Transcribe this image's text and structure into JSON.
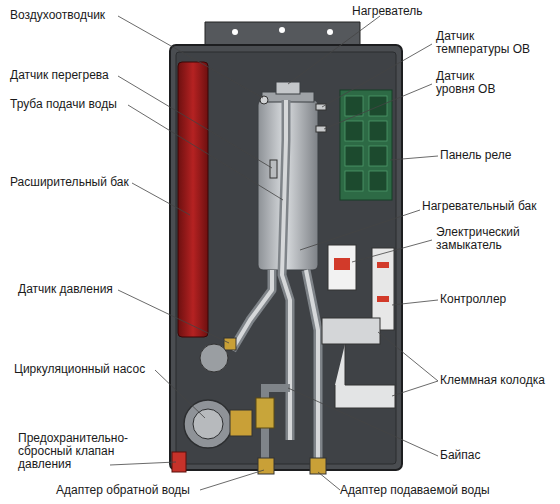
{
  "diagram": {
    "labels": [
      "Воздухоотводчик",
      "Датчик перегрева",
      "Труба подачи воды",
      "Расширительный бак",
      "Датчик давления",
      "Циркуляционный насос",
      "Предохранительно- сбросный клапан давления",
      "Адаптер обратной воды",
      "Нагреватель",
      "Датчик температуры ОВ",
      "Датчик уровня ОВ",
      "Панель реле",
      "Нагревательный бак",
      "Электрический замыкатель",
      "Контроллер",
      "Клеммная колодка",
      "Байпас",
      "Адаптер подаваемой воды"
    ]
  }
}
